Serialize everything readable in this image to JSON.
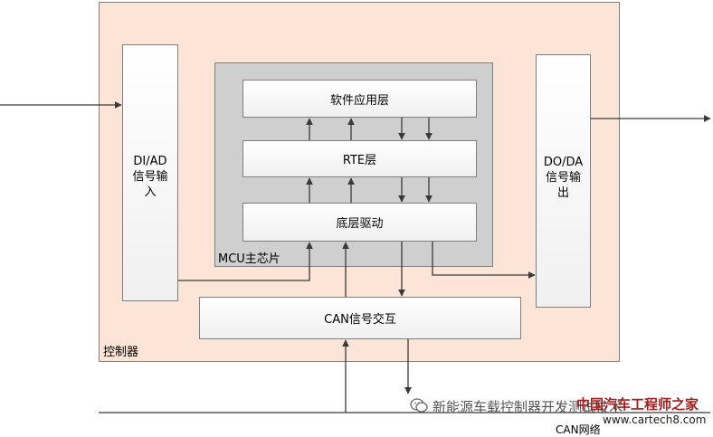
{
  "blocks": {
    "controller": "控制器",
    "mcu": "MCU主芯片",
    "sw_app": "软件应用层",
    "rte": "RTE层",
    "driver": "底层驱动",
    "di_ad": "DI/AD\n信号输\n入",
    "do_da": "DO/DA\n信号输\n出",
    "can_signal": "CAN信号交互"
  },
  "bus_label": "CAN网络",
  "watermark": {
    "text": "新能源车载控制器开发测试技术",
    "site_name": "中国汽车工程师之家",
    "site_url": "www.cartech8.com"
  }
}
